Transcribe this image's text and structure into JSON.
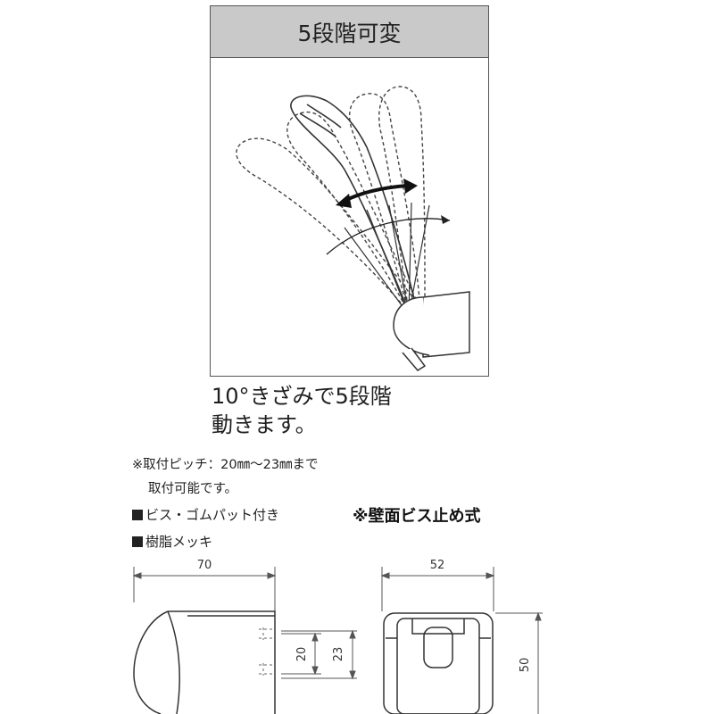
{
  "header": {
    "title": "5段階可変"
  },
  "caption": {
    "line1": "10°きざみで5段階",
    "line2": "動きます。"
  },
  "note": {
    "line1": "※取付ピッチ：20㎜～23㎜まで",
    "line2": "取付可能です。"
  },
  "features": [
    "ビス・ゴムパット付き",
    "樹脂メッキ"
  ],
  "mount_method": "※壁面ビス止め式",
  "dimensions": {
    "side_width": "70",
    "front_width": "52",
    "pitch_min": "20",
    "pitch_max": "23",
    "height": "50"
  },
  "icons": {
    "illustration": "shower-holder-angle-illustration",
    "arrow": "double-headed-arrow-icon"
  },
  "colors": {
    "header_bg": "#c9c9c9",
    "line": "#444444",
    "text": "#222222"
  }
}
